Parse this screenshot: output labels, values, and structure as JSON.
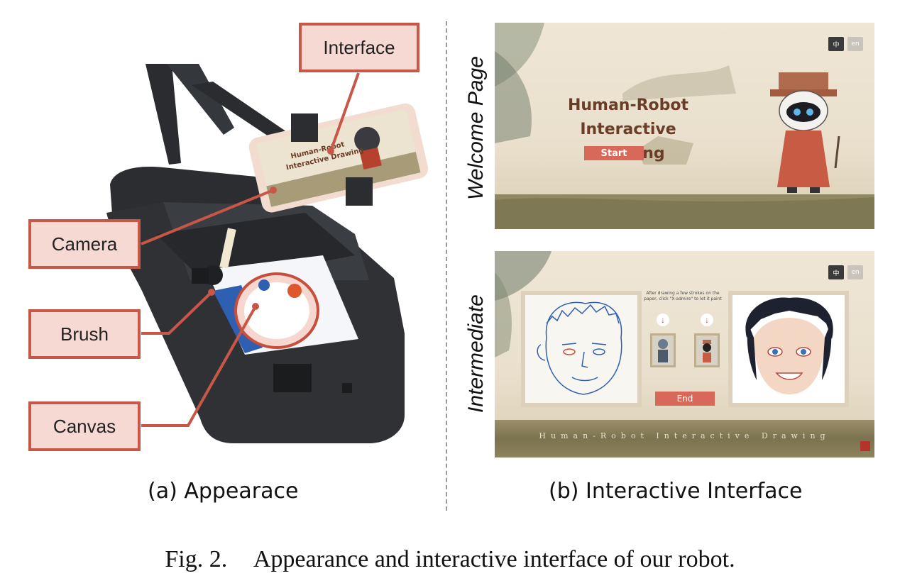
{
  "figure": {
    "number": "Fig. 2.",
    "caption": "Appearance and interactive interface of our robot."
  },
  "left_panel": {
    "caption": "(a) Appearace",
    "callouts": {
      "interface": "Interface",
      "camera": "Camera",
      "brush": "Brush",
      "canvas": "Canvas"
    },
    "phone_screen_text": [
      "Human-Robot",
      "Interactive Drawing"
    ]
  },
  "right_panel": {
    "caption": "(b) Interactive Interface",
    "welcome": {
      "side_label": "Welcome Page",
      "lang_zh": "中",
      "lang_en": "en",
      "title_line1": "Human-Robot",
      "title_line2": "Interactive Drawing",
      "start_label": "Start"
    },
    "intermediate": {
      "side_label": "Intermediate",
      "lang_zh": "中",
      "lang_en": "en",
      "hint": "After drawing a few strokes on the paper, click \"X-admire\" to let it paint",
      "end_label": "End",
      "footer": "Human-Robot Interactive Drawing"
    }
  },
  "colors": {
    "callout_fill": "#f6d9d2",
    "callout_border": "#c95747",
    "leader_line": "#c95747",
    "button": "#d8695a",
    "sketch_stroke": "#2e5fb3"
  }
}
